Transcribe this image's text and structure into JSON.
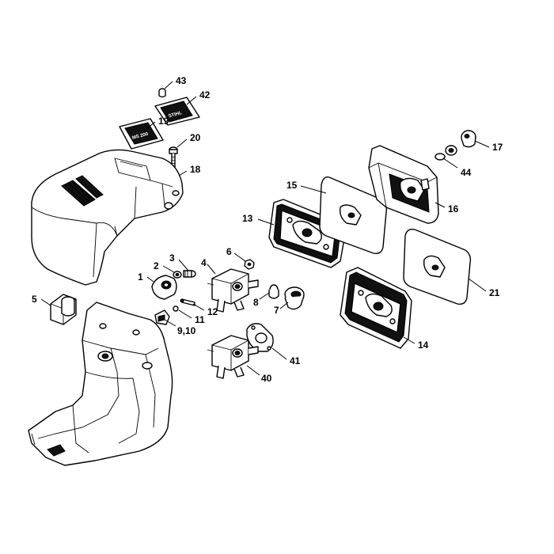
{
  "callouts": [
    {
      "id": "c43",
      "label": "43"
    },
    {
      "id": "c42",
      "label": "42"
    },
    {
      "id": "c19",
      "label": "19"
    },
    {
      "id": "c20",
      "label": "20"
    },
    {
      "id": "c18",
      "label": "18"
    },
    {
      "id": "c17",
      "label": "17"
    },
    {
      "id": "c44",
      "label": "44"
    },
    {
      "id": "c15",
      "label": "15"
    },
    {
      "id": "c16",
      "label": "16"
    },
    {
      "id": "c13",
      "label": "13"
    },
    {
      "id": "c21",
      "label": "21"
    },
    {
      "id": "c14",
      "label": "14"
    },
    {
      "id": "c6",
      "label": "6"
    },
    {
      "id": "c3",
      "label": "3"
    },
    {
      "id": "c2",
      "label": "2"
    },
    {
      "id": "c4",
      "label": "4"
    },
    {
      "id": "c1",
      "label": "1"
    },
    {
      "id": "c8",
      "label": "8"
    },
    {
      "id": "c7",
      "label": "7"
    },
    {
      "id": "c12",
      "label": "12"
    },
    {
      "id": "c11",
      "label": "11"
    },
    {
      "id": "c910",
      "label": "9,10"
    },
    {
      "id": "c5",
      "label": "5"
    },
    {
      "id": "c41",
      "label": "41"
    },
    {
      "id": "c40",
      "label": "40"
    }
  ],
  "plate_text": {
    "line1": "STIHL",
    "line2": "MS 200"
  }
}
